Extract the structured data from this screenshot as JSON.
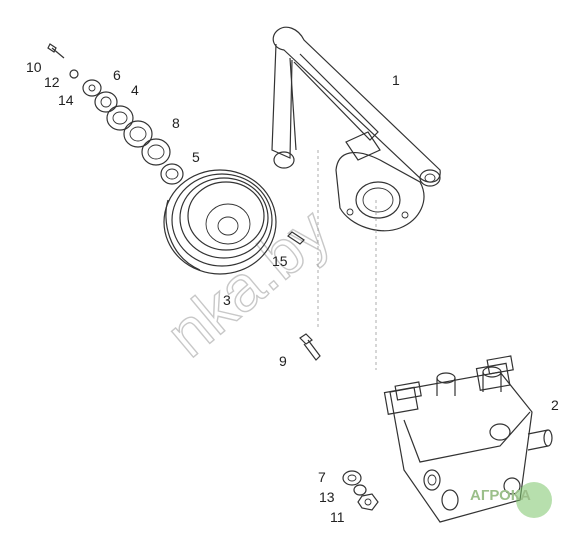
{
  "labels": {
    "n1": "1",
    "n2": "2",
    "n3": "3",
    "n4": "4",
    "n5": "5",
    "n6": "6",
    "n7": "7",
    "n8": "8",
    "n9": "9",
    "n10": "10",
    "n11": "11",
    "n12": "12",
    "n13": "13",
    "n14": "14",
    "n15": "15"
  },
  "watermark": {
    "text": "nka.by",
    "logo_text": "АГРОКА"
  },
  "colors": {
    "line": "#333333",
    "watermark": "#c8c8c8",
    "logo_green": "#7cc46a"
  }
}
